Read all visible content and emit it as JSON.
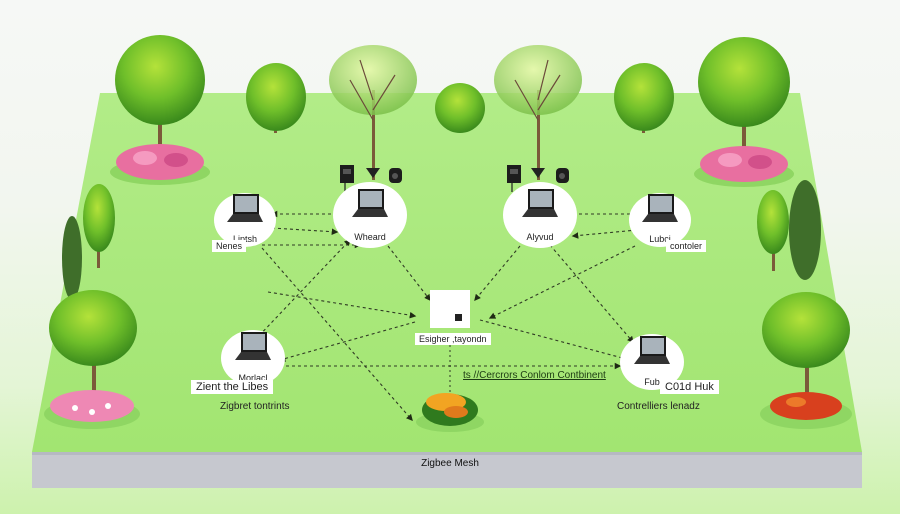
{
  "diagram": {
    "title": "Zigbee Mesh",
    "hub": {
      "icon": "hub-box-icon",
      "label": "Esigher ,tayondn"
    },
    "nodes": [
      {
        "id": "top-left",
        "icon": "laptop-icon",
        "label": "Liptsh",
        "tag": "Nenes"
      },
      {
        "id": "top-center-left",
        "icon": "laptop-icon",
        "label": "Wheard",
        "tag": ""
      },
      {
        "id": "top-center-right",
        "icon": "laptop-icon",
        "label": "Alyvud",
        "tag": ""
      },
      {
        "id": "top-right",
        "icon": "laptop-icon",
        "label": "Lubci",
        "tag": "contoler"
      },
      {
        "id": "bottom-left",
        "icon": "laptop-icon",
        "label": "Morlacl",
        "tag": "Zient the Libes",
        "caption": "Zigbret tontrints"
      },
      {
        "id": "bottom-right",
        "icon": "laptop-icon",
        "label": "Fub",
        "tag": "C01d Huk",
        "caption": "Contrelliers lenadz"
      }
    ],
    "link_caption": "ts //Cercrors Conlom Contbinent",
    "devices": [
      {
        "id": "device-left-panel",
        "icon": "wall-panel-icon"
      },
      {
        "id": "device-left-sensor",
        "icon": "sensor-icon"
      },
      {
        "id": "device-right-panel",
        "icon": "wall-panel-icon"
      },
      {
        "id": "device-right-sensor",
        "icon": "sensor-icon"
      }
    ],
    "colors": {
      "lawn": "#a8e87a",
      "lawn_edge": "#b9ef8f",
      "base": "#c6c8cf",
      "node_circle": "#ffffff",
      "link": "#2f3a24",
      "flowers_pink": "#e86fa0",
      "flowers_orange": "#e07a1c",
      "flowers_red": "#d8401e"
    }
  }
}
